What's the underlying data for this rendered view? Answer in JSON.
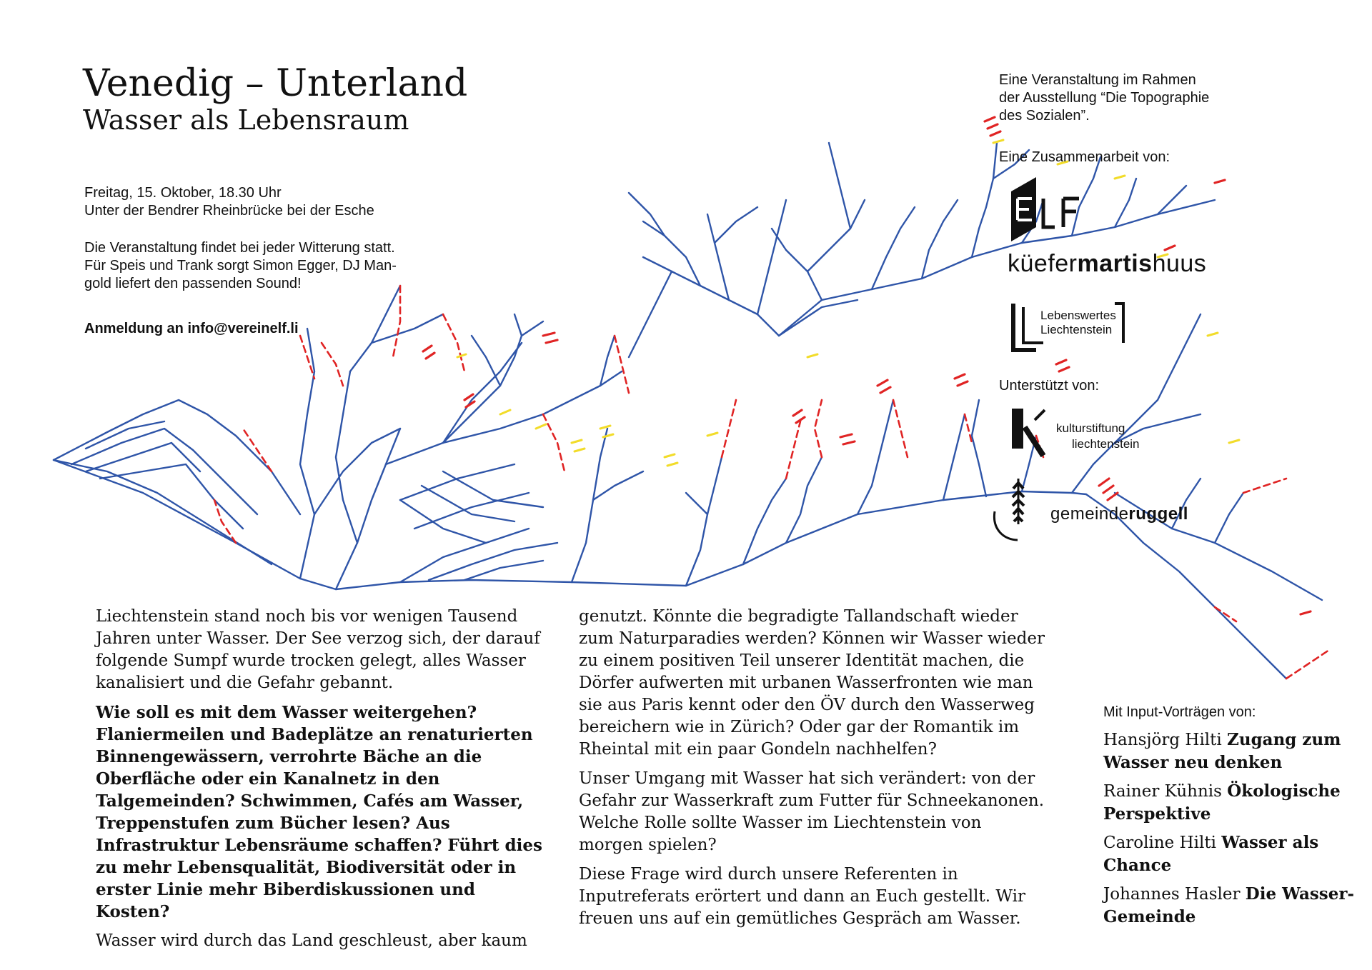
{
  "header": {
    "title": "Venedig – Unterland",
    "subtitle": "Wasser als Lebensraum"
  },
  "event": {
    "date_line": "Freitag, 15. Oktober, 18.30 Uhr",
    "place_line": "Unter der Bendrer Rheinbrücke bei der Esche",
    "weather_line": "Die Veranstaltung findet bei jeder Witterung statt.",
    "food_line_1": "Für Speis und Trank sorgt Simon Egger, DJ Man-",
    "food_line_2": "gold liefert den passenden Sound!",
    "registration": "Anmeldung an info@vereinelf.li"
  },
  "organizers": {
    "context_1": "Eine Veranstaltung im Rahmen",
    "context_2": "der Ausstellung “Die Topographie",
    "context_3": "des Sozialen”.",
    "collab_label": "Eine Zusammenarbeit von:",
    "elf_logo": "ELF",
    "kuefer_prefix": "küefer",
    "kuefer_bold": "martis",
    "kuefer_suffix": "huus",
    "lebenswertes_1": "Lebenswertes",
    "lebenswertes_2": "Liechtenstein",
    "support_label": "Unterstützt von:",
    "kultur_1": "kulturstiftung",
    "kultur_2": "liechtenstein",
    "gemeinde_prefix": "gemeinde",
    "gemeinde_bold": "ruggell"
  },
  "body": {
    "col1_p1": "Liechtenstein stand noch bis vor wenigen Tausend Jahren unter Wasser. Der See verzog sich, der darauf folgende Sumpf wurde trocken gelegt, alles Wasser kanalisiert und die Gefahr gebannt.",
    "col1_p2": "Wie soll es mit dem Wasser weitergehen? Flaniermeilen und Badeplätze an renaturierten Binnengewässern, verrohrte Bäche an die Oberfläche oder ein Kanalnetz in den Talgemeinden? Schwimmen, Cafés am Wasser, Treppenstufen zum Bücher lesen? Aus Infrastruktur Lebensräume schaffen? Führt dies zu mehr Lebensqualität, Biodiversität oder in erster Linie mehr Biberdiskussionen und Kosten?",
    "col1_p3": "Wasser wird durch das Land geschleust, aber kaum",
    "col2_p1": "genutzt. Könnte die begradigte Tallandschaft wieder zum Naturparadies werden? Können wir Wasser wieder zu einem positiven Teil unserer Identität machen, die Dörfer aufwerten mit urbanen Wasserfronten wie man sie aus Paris kennt oder den ÖV durch den Wasserweg bereichern wie in Zürich? Oder gar der Romantik im Rheintal mit ein paar Gondeln nachhelfen?",
    "col2_p2": "Unser Umgang mit Wasser hat sich verändert: von der Gefahr zur Wasserkraft zum Futter für Schneekanonen. Welche Rolle sollte Wasser im Liechtenstein von morgen spielen?",
    "col2_p3": "Diese Frage wird durch unsere Referenten in Inputreferats erörtert und dann an Euch gestellt. Wir freuen uns auf ein gemütliches Gespräch am Wasser."
  },
  "speakers": {
    "heading": "Mit Input-Vorträgen von:",
    "items": [
      {
        "name": "Hansjörg Hilti",
        "topic": "Zugang zum Wasser neu denken"
      },
      {
        "name": "Rainer Kühnis",
        "topic": "Ökologische Perspektive"
      },
      {
        "name": "Caroline Hilti",
        "topic": "Wasser als Chance"
      },
      {
        "name": "Johannes Hasler",
        "topic": "Die Wasser-Gemeinde"
      }
    ]
  },
  "colors": {
    "river": "#2f55a8",
    "piped": "#e02424",
    "barrier": "#f2dc2a",
    "text": "#111111"
  }
}
